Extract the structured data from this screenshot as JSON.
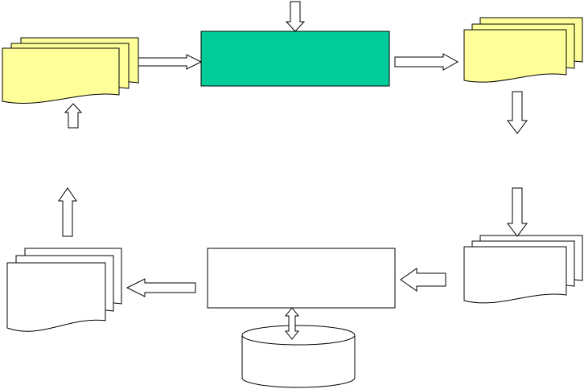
{
  "colors": {
    "background": "#ffffff",
    "document_yellow": "#ffff99",
    "document_white": "#ffffff",
    "process_green": "#00cc99",
    "stroke": "#000000",
    "arrow_fill": "#ffffff"
  },
  "nodes": [
    {
      "id": "input-documents",
      "shape": "multi-document",
      "fill": "document_yellow"
    },
    {
      "id": "process-top",
      "shape": "process",
      "fill": "process_green"
    },
    {
      "id": "output-documents",
      "shape": "multi-document",
      "fill": "document_yellow"
    },
    {
      "id": "right-documents",
      "shape": "multi-document",
      "fill": "document_white"
    },
    {
      "id": "process-bottom",
      "shape": "process",
      "fill": "document_white"
    },
    {
      "id": "database",
      "shape": "cylinder",
      "fill": "document_white"
    },
    {
      "id": "left-documents",
      "shape": "multi-document",
      "fill": "document_white"
    }
  ],
  "connectors": [
    {
      "id": "arrow-into-process-top",
      "from": "external",
      "to": "process-top",
      "direction": "down"
    },
    {
      "id": "arrow-input-to-process",
      "from": "input-documents",
      "to": "process-top",
      "direction": "right"
    },
    {
      "id": "arrow-process-to-output",
      "from": "process-top",
      "to": "output-documents",
      "direction": "right"
    },
    {
      "id": "arrow-output-down",
      "from": "output-documents",
      "to": "right-documents",
      "direction": "down"
    },
    {
      "id": "arrow-into-right-documents",
      "from": "output-documents",
      "to": "right-documents",
      "direction": "down"
    },
    {
      "id": "arrow-right-to-process-bottom",
      "from": "right-documents",
      "to": "process-bottom",
      "direction": "left"
    },
    {
      "id": "arrow-process-database",
      "from": "process-bottom",
      "to": "database",
      "direction": "both-vertical"
    },
    {
      "id": "arrow-process-to-left",
      "from": "process-bottom",
      "to": "left-documents",
      "direction": "left"
    },
    {
      "id": "arrow-left-up",
      "from": "left-documents",
      "to": "input-documents",
      "direction": "up"
    },
    {
      "id": "arrow-into-input-documents",
      "from": "left-documents",
      "to": "input-documents",
      "direction": "up"
    }
  ]
}
